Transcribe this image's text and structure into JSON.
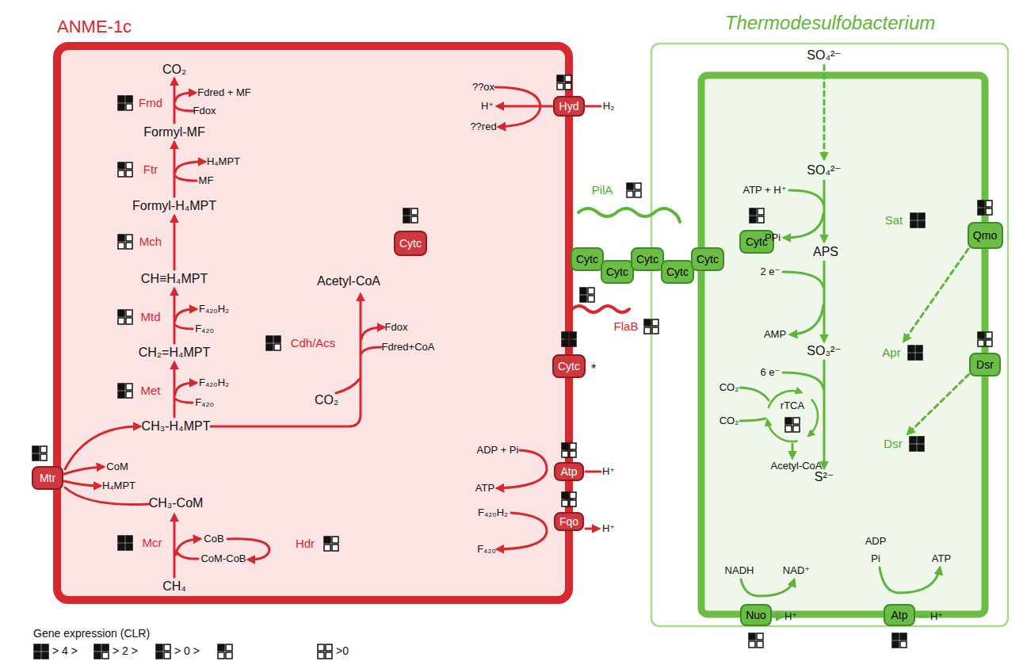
{
  "diagram": {
    "nodes": [
      {
        "text": [
          "ANME-1c"
        ]
      },
      {
        "text": [
          "Hyd"
        ],
        "in": 0
      },
      {
        "text": [
          "Cytc"
        ],
        "in": 0
      },
      {
        "text": [
          "Mtr"
        ],
        "in": 0
      },
      {
        "text": [
          "Cytc"
        ],
        "in": 0
      },
      {
        "text": [
          "Atp"
        ],
        "in": 0
      },
      {
        "text": [
          "Fqo"
        ],
        "in": 0
      },
      {
        "text": [
          "Cytc"
        ]
      },
      {
        "text": [
          "Cytc"
        ]
      },
      {
        "text": [
          "Cytc"
        ]
      },
      {
        "text": [
          "Cytc"
        ]
      },
      {
        "text": [
          "Cytc"
        ]
      },
      {
        "text": [
          "Thermodesulfobacterium"
        ]
      },
      {
        "text": [
          "Cytc"
        ],
        "in": 12
      },
      {
        "text": [
          "Qmo"
        ],
        "in": 12
      },
      {
        "text": [
          "Dsr"
        ],
        "in": 12
      },
      {
        "text": [
          "Nuo"
        ],
        "in": 12
      },
      {
        "text": [
          "Atp"
        ],
        "in": 12
      }
    ],
    "labels": [
      "CO₂",
      "Fmd",
      "Fdred + MF",
      "Fdox",
      "Formyl-MF",
      "Ftr",
      "H₄MPT",
      "MF",
      "Formyl-H₄MPT",
      "Mch",
      "CH≡H₄MPT",
      "Mtd",
      "F₄₂₀H₂",
      "F₄₂₀",
      "CH₂=H₄MPT",
      "Met",
      "F₄₂₀H₂",
      "F₄₂₀",
      "CH₃-H₄MPT",
      "Acetyl-CoA",
      "Cdh/Acs",
      "Fdox",
      "Fdred+CoA",
      "CO₂",
      "CoM",
      "H₄MPT",
      "CH₃-CoM",
      "Mcr",
      "CoB",
      "CoM-CoB",
      "Hdr",
      "CH₄",
      "??ox",
      "H⁺",
      "??red",
      "H₂",
      "FlaB",
      "*",
      "ADP + Pi",
      "ATP",
      "H⁺",
      "F₄₂₀H₂",
      "F₄₂₀",
      "H⁺",
      "PilA",
      "SO₄²⁻",
      "SO₄²⁻",
      "ATP + H⁺",
      "Sat",
      "PPi",
      "APS",
      "2 e⁻",
      "Apr",
      "AMP",
      "SO₃²⁻",
      "6 e⁻",
      "Dsr",
      "S²⁻",
      "CO₂",
      "CO₂",
      "rTCA",
      "Acetyl-CoA",
      "NADH",
      "NAD⁺",
      "H⁺",
      "ADP",
      "Pi",
      "ATP",
      "H⁺",
      "Gene expression (CLR)"
    ],
    "legend": [
      {
        "text": "> 4 >"
      },
      {
        "text": "> 2 >"
      },
      {
        "text": "> 0 >"
      },
      {
        "text": ">0"
      }
    ]
  }
}
